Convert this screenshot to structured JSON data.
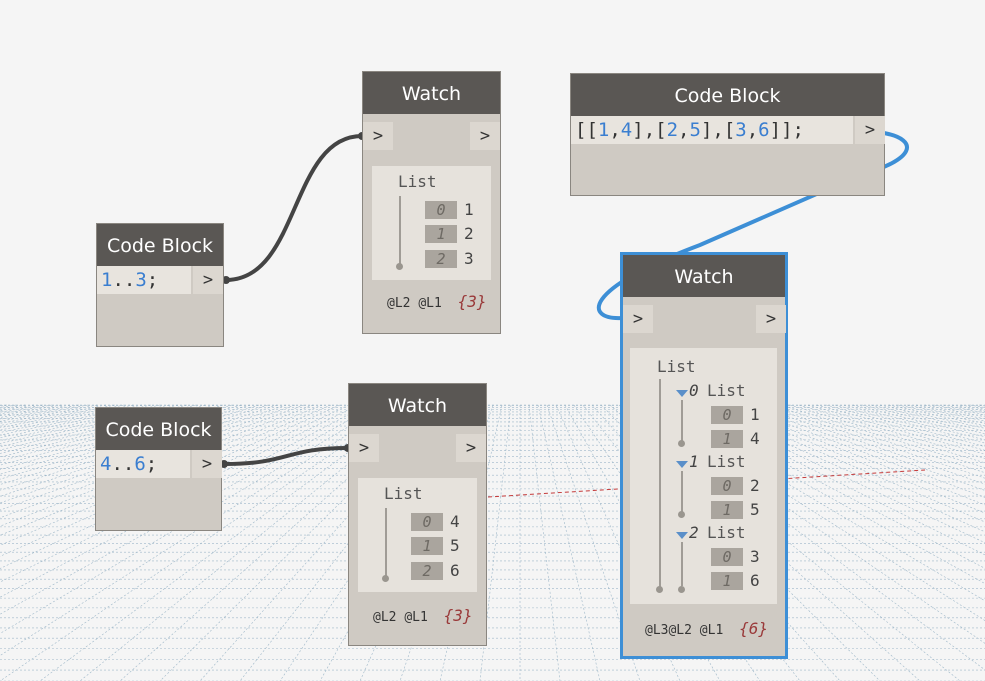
{
  "code_blocks": [
    {
      "title": "Code Block",
      "tokens": [
        {
          "t": "1",
          "c": "num"
        },
        {
          "t": "..",
          "c": ""
        },
        {
          "t": "3",
          "c": "num"
        },
        {
          "t": ";",
          "c": ""
        }
      ],
      "out_port": ">"
    },
    {
      "title": "Code Block",
      "tokens": [
        {
          "t": "4",
          "c": "num"
        },
        {
          "t": "..",
          "c": ""
        },
        {
          "t": "6",
          "c": "num"
        },
        {
          "t": ";",
          "c": ""
        }
      ],
      "out_port": ">"
    },
    {
      "title": "Code Block",
      "tokens": [
        {
          "t": "[[",
          "c": ""
        },
        {
          "t": "1",
          "c": "num"
        },
        {
          "t": ",",
          "c": ""
        },
        {
          "t": "4",
          "c": "num"
        },
        {
          "t": "],[",
          "c": ""
        },
        {
          "t": "2",
          "c": "num"
        },
        {
          "t": ",",
          "c": ""
        },
        {
          "t": "5",
          "c": "num"
        },
        {
          "t": "],[",
          "c": ""
        },
        {
          "t": "3",
          "c": "num"
        },
        {
          "t": ",",
          "c": ""
        },
        {
          "t": "6",
          "c": "num"
        },
        {
          "t": "]];",
          "c": ""
        }
      ],
      "out_port": ">"
    }
  ],
  "watch_a": {
    "title": "Watch",
    "in_port": ">",
    "out_port": ">",
    "root_label": "List",
    "items": [
      {
        "i": "0",
        "v": "1"
      },
      {
        "i": "1",
        "v": "2"
      },
      {
        "i": "2",
        "v": "3"
      }
    ],
    "levels": [
      "@L2",
      "@L1"
    ],
    "count": "{3}"
  },
  "watch_b": {
    "title": "Watch",
    "in_port": ">",
    "out_port": ">",
    "root_label": "List",
    "items": [
      {
        "i": "0",
        "v": "4"
      },
      {
        "i": "1",
        "v": "5"
      },
      {
        "i": "2",
        "v": "6"
      }
    ],
    "levels": [
      "@L2",
      "@L1"
    ],
    "count": "{3}"
  },
  "watch_c": {
    "title": "Watch",
    "in_port": ">",
    "out_port": ">",
    "root_label": "List",
    "sublists": [
      {
        "index": "0",
        "label": "List",
        "items": [
          {
            "i": "0",
            "v": "1"
          },
          {
            "i": "1",
            "v": "4"
          }
        ]
      },
      {
        "index": "1",
        "label": "List",
        "items": [
          {
            "i": "0",
            "v": "2"
          },
          {
            "i": "1",
            "v": "5"
          }
        ]
      },
      {
        "index": "2",
        "label": "List",
        "items": [
          {
            "i": "0",
            "v": "3"
          },
          {
            "i": "1",
            "v": "6"
          }
        ]
      }
    ],
    "levels": [
      "@L3",
      "@L2",
      "@L1"
    ],
    "count": "{6}"
  },
  "colors": {
    "header": "#5a5754",
    "node_body": "#cfcac3",
    "selected_border": "#3d8fd6",
    "wire_default": "#444444",
    "wire_selected": "#3d8fd6",
    "number_token": "#3a7ed0",
    "grid": "#9fb8c9"
  }
}
